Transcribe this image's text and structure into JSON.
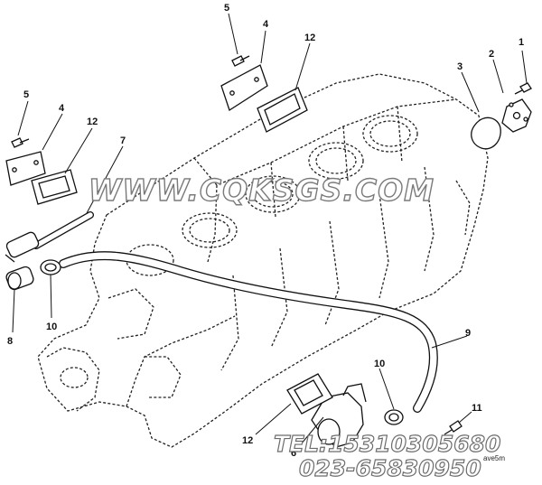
{
  "callouts": [
    {
      "id": "c1",
      "label": "1"
    },
    {
      "id": "c2",
      "label": "2"
    },
    {
      "id": "c3",
      "label": "3"
    },
    {
      "id": "c4a",
      "label": "4"
    },
    {
      "id": "c5a",
      "label": "5"
    },
    {
      "id": "c12a",
      "label": "12"
    },
    {
      "id": "c5b",
      "label": "5"
    },
    {
      "id": "c4b",
      "label": "4"
    },
    {
      "id": "c12b",
      "label": "12"
    },
    {
      "id": "c7",
      "label": "7"
    },
    {
      "id": "c8",
      "label": "8"
    },
    {
      "id": "c10a",
      "label": "10"
    },
    {
      "id": "c9",
      "label": "9"
    },
    {
      "id": "c10b",
      "label": "10"
    },
    {
      "id": "c11",
      "label": "11"
    },
    {
      "id": "c12c",
      "label": "12"
    },
    {
      "id": "c6",
      "label": "6"
    }
  ],
  "watermark": {
    "site": "WWW.CQKSGS.COM",
    "phone1": "TEL:15310305680",
    "phone2": "023-65830950"
  },
  "drawing_code": "ave5m"
}
